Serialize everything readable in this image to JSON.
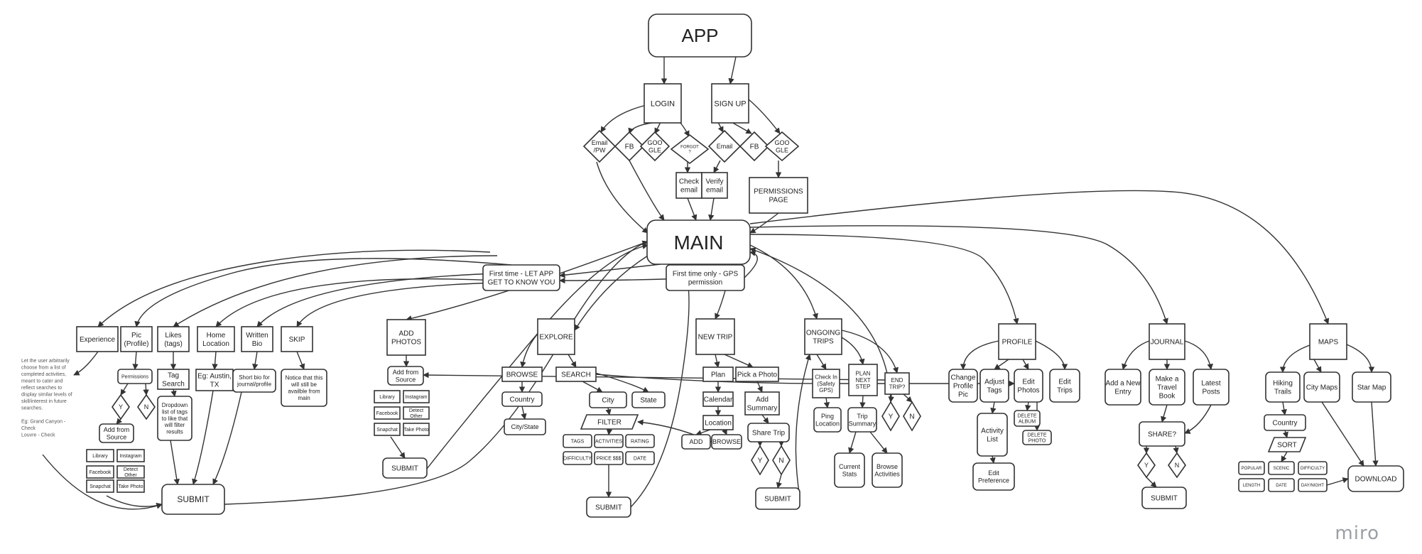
{
  "watermark": "miro",
  "nodes": [
    {
      "id": "app",
      "label": "APP",
      "fs": 26
    },
    {
      "id": "login",
      "label": "LOGIN",
      "fs": 11
    },
    {
      "id": "signup",
      "label": "SIGN UP",
      "fs": 11
    },
    {
      "id": "d_emailpw",
      "label": "Email\n/PW",
      "fs": 9
    },
    {
      "id": "d_fb1",
      "label": "FB",
      "fs": 10
    },
    {
      "id": "d_goog1",
      "label": "GOO\nGLE",
      "fs": 9
    },
    {
      "id": "d_forgot",
      "label": "FORGOT\n?",
      "fs": 6
    },
    {
      "id": "d_email2",
      "label": "Email",
      "fs": 9
    },
    {
      "id": "d_fb2",
      "label": "FB",
      "fs": 10
    },
    {
      "id": "d_goog2",
      "label": "GOO\nGLE",
      "fs": 9
    },
    {
      "id": "checkemail",
      "label": "Check\nemail",
      "fs": 10
    },
    {
      "id": "verifyemail",
      "label": "Verify\nemail",
      "fs": 10
    },
    {
      "id": "perms",
      "label": "PERMISSIONS\nPAGE",
      "fs": 10
    },
    {
      "id": "main",
      "label": "MAIN",
      "fs": 28
    },
    {
      "id": "firsttime",
      "label": "First time - LET APP\nGET TO KNOW YOU",
      "fs": 10
    },
    {
      "id": "gps",
      "label": "First time only - GPS\npermission",
      "fs": 10
    },
    {
      "id": "experience",
      "label": "Experience",
      "fs": 10
    },
    {
      "id": "picprofile",
      "label": "Pic\n(Profile)",
      "fs": 10
    },
    {
      "id": "likes",
      "label": "Likes\n(tags)",
      "fs": 10
    },
    {
      "id": "homeloc",
      "label": "Home\nLocation",
      "fs": 10
    },
    {
      "id": "writtenbio",
      "label": "Written\nBio",
      "fs": 10
    },
    {
      "id": "skip",
      "label": "SKIP",
      "fs": 10
    },
    {
      "id": "permissions1",
      "label": "Permissions",
      "fs": 7
    },
    {
      "id": "d_y1",
      "label": "Y",
      "fs": 9
    },
    {
      "id": "d_n1",
      "label": "N",
      "fs": 9
    },
    {
      "id": "addfromsource1",
      "label": "Add from\nSource",
      "fs": 9
    },
    {
      "id": "lib1",
      "label": "Library",
      "fs": 7
    },
    {
      "id": "insta1",
      "label": "Instagram",
      "fs": 7
    },
    {
      "id": "fb1s",
      "label": "Facebook",
      "fs": 7
    },
    {
      "id": "detect1",
      "label": "Detect\nOther",
      "fs": 7
    },
    {
      "id": "snap1",
      "label": "Snapchat",
      "fs": 7
    },
    {
      "id": "take1",
      "label": "Take Photo",
      "fs": 7
    },
    {
      "id": "tagsearch",
      "label": "Tag\nSearch",
      "fs": 10
    },
    {
      "id": "dropdown",
      "label": "Dropdown\nlist of tags\nto like that\nwill filter\nresults",
      "fs": 8
    },
    {
      "id": "austin",
      "label": "Eg: Austin,\nTX",
      "fs": 10
    },
    {
      "id": "shortbio",
      "label": "Short bio for\njournal/profile",
      "fs": 8
    },
    {
      "id": "notice",
      "label": "Notice that this\nwill still be\navailble from\nmain",
      "fs": 8
    },
    {
      "id": "submit1",
      "label": "SUBMIT",
      "fs": 12
    },
    {
      "id": "addphotos",
      "label": "ADD\nPHOTOS",
      "fs": 10
    },
    {
      "id": "addfromsource2",
      "label": "Add from\nSource",
      "fs": 9
    },
    {
      "id": "lib2",
      "label": "Library",
      "fs": 7
    },
    {
      "id": "insta2",
      "label": "Instagram",
      "fs": 7
    },
    {
      "id": "fb2s",
      "label": "Facebook",
      "fs": 7
    },
    {
      "id": "detect2",
      "label": "Detect\nOther",
      "fs": 7
    },
    {
      "id": "snap2",
      "label": "Snapchat",
      "fs": 7
    },
    {
      "id": "take2",
      "label": "Take Photo",
      "fs": 7
    },
    {
      "id": "submit2",
      "label": "SUBMIT",
      "fs": 10
    },
    {
      "id": "explore",
      "label": "EXPLORE",
      "fs": 10
    },
    {
      "id": "browse",
      "label": "BROWSE",
      "fs": 10
    },
    {
      "id": "search",
      "label": "SEARCH",
      "fs": 10
    },
    {
      "id": "country1",
      "label": "Country",
      "fs": 10
    },
    {
      "id": "citystate",
      "label": "City/State",
      "fs": 9
    },
    {
      "id": "city",
      "label": "City",
      "fs": 10
    },
    {
      "id": "state",
      "label": "State",
      "fs": 10
    },
    {
      "id": "filter",
      "label": "FILTER",
      "fs": 10
    },
    {
      "id": "f_tags",
      "label": "TAGS",
      "fs": 7
    },
    {
      "id": "f_act",
      "label": "ACTIVITIES",
      "fs": 7
    },
    {
      "id": "f_rating",
      "label": "RATING",
      "fs": 7
    },
    {
      "id": "f_diff",
      "label": "DIFFICULTY",
      "fs": 7
    },
    {
      "id": "f_price",
      "label": "PRICE $$$",
      "fs": 7
    },
    {
      "id": "f_date",
      "label": "DATE",
      "fs": 7
    },
    {
      "id": "submit3",
      "label": "SUBMIT",
      "fs": 10
    },
    {
      "id": "newtrip",
      "label": "NEW TRIP",
      "fs": 10
    },
    {
      "id": "plan",
      "label": "Plan",
      "fs": 10
    },
    {
      "id": "pickphoto",
      "label": "Pick a Photo",
      "fs": 10
    },
    {
      "id": "calendar",
      "label": "Calendar",
      "fs": 10
    },
    {
      "id": "addsummary",
      "label": "Add\nSummary",
      "fs": 10
    },
    {
      "id": "location",
      "label": "Location",
      "fs": 10
    },
    {
      "id": "add",
      "label": "ADD",
      "fs": 9
    },
    {
      "id": "browse2",
      "label": "BROWSE",
      "fs": 9
    },
    {
      "id": "sharetrip",
      "label": "Share Trip",
      "fs": 10
    },
    {
      "id": "d_y2",
      "label": "Y",
      "fs": 10
    },
    {
      "id": "d_n2",
      "label": "N",
      "fs": 10
    },
    {
      "id": "submit4",
      "label": "SUBMIT",
      "fs": 10
    },
    {
      "id": "ongoing",
      "label": "ONGOING\nTRIPS",
      "fs": 10
    },
    {
      "id": "checkin",
      "label": "Check In\n(Safety\nGPS)",
      "fs": 8
    },
    {
      "id": "plannext",
      "label": "PLAN\nNEXT\nSTEP",
      "fs": 8
    },
    {
      "id": "endtrip",
      "label": "END\nTRIP?",
      "fs": 8
    },
    {
      "id": "d_y3",
      "label": "Y",
      "fs": 10
    },
    {
      "id": "d_n3",
      "label": "N",
      "fs": 10
    },
    {
      "id": "pingloc",
      "label": "Ping\nLocation",
      "fs": 9
    },
    {
      "id": "tripsummary",
      "label": "Trip\nSummary",
      "fs": 9
    },
    {
      "id": "currentstats",
      "label": "Current\nStats",
      "fs": 9
    },
    {
      "id": "browseact",
      "label": "Browse\nActivities",
      "fs": 9
    },
    {
      "id": "profile",
      "label": "PROFILE",
      "fs": 10
    },
    {
      "id": "changepic",
      "label": "Change\nProfile\nPic",
      "fs": 10
    },
    {
      "id": "adjusttags",
      "label": "Adjust\nTags",
      "fs": 10
    },
    {
      "id": "editphotos",
      "label": "Edit\nPhotos",
      "fs": 10
    },
    {
      "id": "edittrips",
      "label": "Edit\nTrips",
      "fs": 10
    },
    {
      "id": "actlist",
      "label": "Activity\nList",
      "fs": 10
    },
    {
      "id": "editpref",
      "label": "Edit\nPreference",
      "fs": 9
    },
    {
      "id": "delalbum",
      "label": "DELETE\nALBUM",
      "fs": 7
    },
    {
      "id": "delphoto",
      "label": "DELETE\nPHOTO",
      "fs": 7
    },
    {
      "id": "journal",
      "label": "JOURNAL",
      "fs": 10
    },
    {
      "id": "newentry",
      "label": "Add a New\nEntry",
      "fs": 10
    },
    {
      "id": "travelbook",
      "label": "Make a\nTravel\nBook",
      "fs": 10
    },
    {
      "id": "latestposts",
      "label": "Latest\nPosts",
      "fs": 10
    },
    {
      "id": "share",
      "label": "SHARE?",
      "fs": 10
    },
    {
      "id": "d_y4",
      "label": "Y",
      "fs": 9
    },
    {
      "id": "d_n4",
      "label": "N",
      "fs": 9
    },
    {
      "id": "submit5",
      "label": "SUBMIT",
      "fs": 10
    },
    {
      "id": "maps",
      "label": "MAPS",
      "fs": 10
    },
    {
      "id": "hiking",
      "label": "Hiking\nTrails",
      "fs": 10
    },
    {
      "id": "citymaps",
      "label": "City Maps",
      "fs": 10
    },
    {
      "id": "starmap",
      "label": "Star Map",
      "fs": 10
    },
    {
      "id": "country2",
      "label": "Country",
      "fs": 10
    },
    {
      "id": "sort",
      "label": "SORT",
      "fs": 10
    },
    {
      "id": "s_pop",
      "label": "POPULAR",
      "fs": 6
    },
    {
      "id": "s_scenic",
      "label": "SCENIC",
      "fs": 6
    },
    {
      "id": "s_diff",
      "label": "DIFFICULTY",
      "fs": 6
    },
    {
      "id": "s_len",
      "label": "LENGTH",
      "fs": 6
    },
    {
      "id": "s_date",
      "label": "DATE",
      "fs": 6
    },
    {
      "id": "s_day",
      "label": "DAY/NIGHT",
      "fs": 6
    },
    {
      "id": "download",
      "label": "DOWNLOAD",
      "fs": 10
    }
  ],
  "notes": [
    {
      "id": "experience_note",
      "label": "Let the user arbitrarily\nchoose from a list of\ncompleted activities,\nmeant to cater and\nreflect searches to\ndisplay similar levels of\nskill/interest in future\nsearches.\n\nEg: Grand Canyon -\nCheck\nLouvre - Check",
      "fs": 7
    }
  ]
}
